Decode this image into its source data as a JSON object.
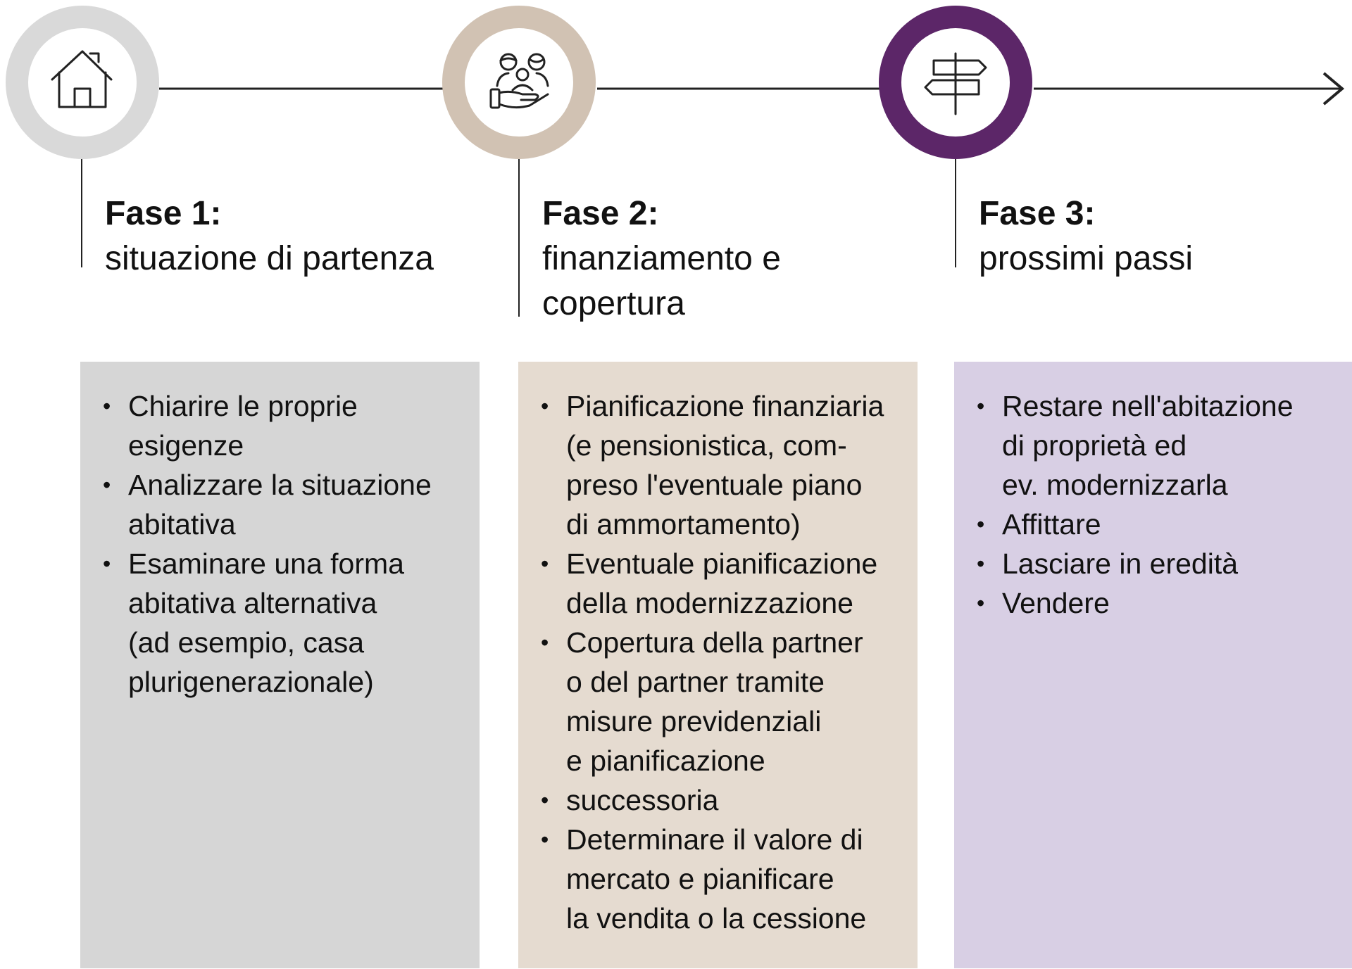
{
  "colors": {
    "phase1_ring": "#d9d9d9",
    "phase2_ring": "#d1c2b3",
    "phase3_ring": "#5c2668",
    "phase1_panel": "#d6d6d6",
    "phase2_panel": "#e5dbd0",
    "phase3_panel": "#d8cfe4",
    "line": "#222222"
  },
  "phases": [
    {
      "icon": "house-icon",
      "title": "Fase 1:",
      "subtitle": "situazione di partenza",
      "items": [
        "Chiarire le proprie\nesigenze",
        "Analizzare la situazione\nabitativa",
        "Esaminare una forma\nabitativa alternativa\n(ad esempio, casa\nplurigenerazionale)"
      ]
    },
    {
      "icon": "family-in-hand-icon",
      "title": "Fase 2:",
      "subtitle": "finanziamento e\ncopertura",
      "items": [
        "Pianificazione finanziaria\n(e pensionistica, com-\npreso l'eventuale piano\ndi ammortamento)",
        "Eventuale pianificazione\ndella modernizzazione",
        "Copertura della partner\no del partner tramite\nmisure previdenziali\ne pianificazione",
        "successoria",
        "Determinare il valore di\nmercato e pianificare\nla vendita o la cessione"
      ]
    },
    {
      "icon": "signpost-icon",
      "title": "Fase 3:",
      "subtitle": "prossimi passi",
      "items": [
        "Restare nell'abitazione\ndi proprietà ed\nev. modernizzarla",
        "Affittare",
        "Lasciare in eredità",
        "Vendere"
      ]
    }
  ]
}
